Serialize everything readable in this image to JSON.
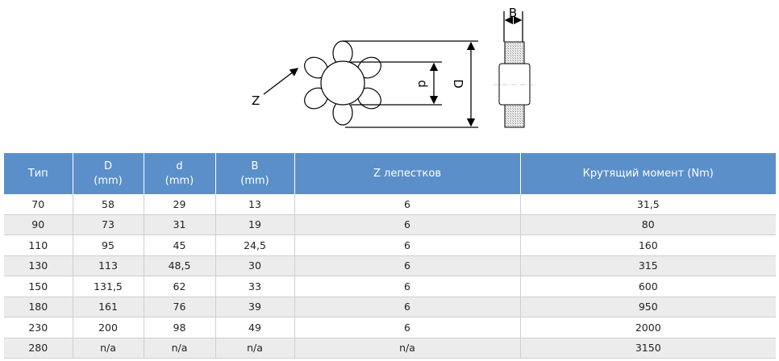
{
  "diagram": {
    "label_z": "Z",
    "label_d": "d",
    "label_D": "D",
    "label_B": "B"
  },
  "table": {
    "headers": [
      {
        "l1": "Тип",
        "l2": ""
      },
      {
        "l1": "D",
        "l2": "(mm)"
      },
      {
        "l1": "d",
        "l2": "(mm)"
      },
      {
        "l1": "B",
        "l2": "(mm)"
      },
      {
        "l1": "Z лепестков",
        "l2": ""
      },
      {
        "l1": "Крутящий момент (Nm)",
        "l2": ""
      }
    ],
    "rows": [
      [
        "70",
        "58",
        "29",
        "13",
        "6",
        "31,5"
      ],
      [
        "90",
        "73",
        "31",
        "19",
        "6",
        "80"
      ],
      [
        "110",
        "95",
        "45",
        "24,5",
        "6",
        "160"
      ],
      [
        "130",
        "113",
        "48,5",
        "30",
        "6",
        "315"
      ],
      [
        "150",
        "131,5",
        "62",
        "33",
        "6",
        "600"
      ],
      [
        "180",
        "161",
        "76",
        "39",
        "6",
        "950"
      ],
      [
        "230",
        "200",
        "98",
        "49",
        "6",
        "2000"
      ],
      [
        "280",
        "n/a",
        "n/a",
        "n/a",
        "n/a",
        "3150"
      ]
    ]
  },
  "colors": {
    "header_bg": "#5b8fc9"
  }
}
